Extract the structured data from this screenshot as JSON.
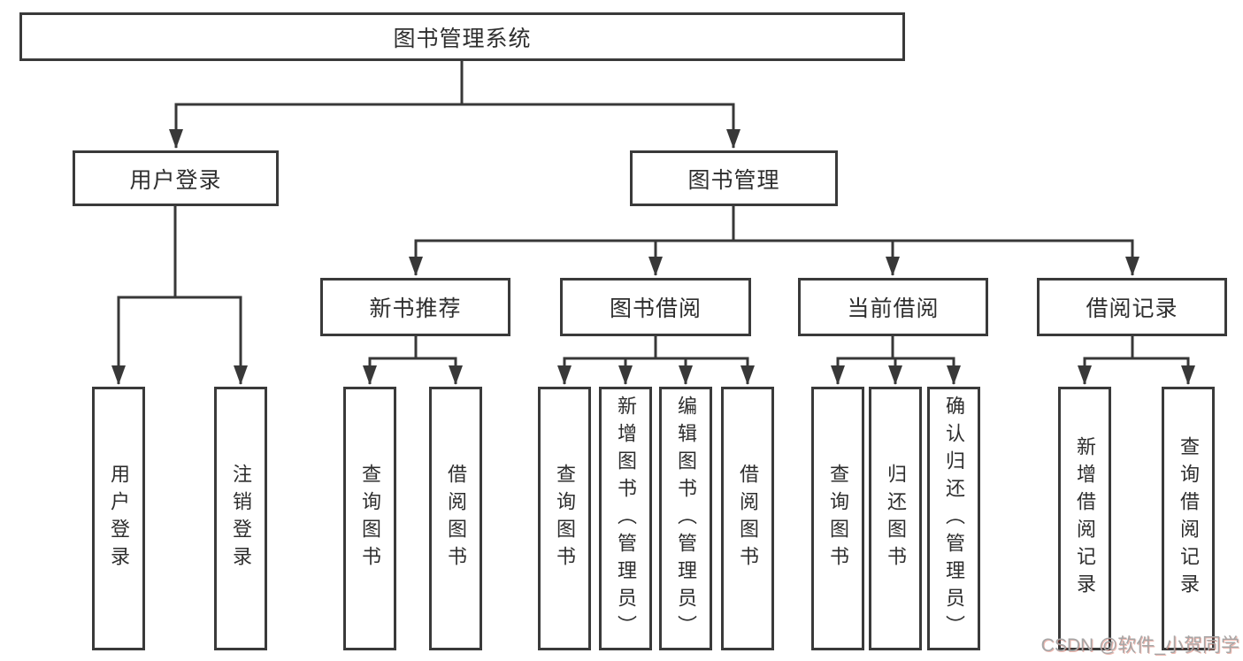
{
  "colors": {
    "line": "#383838",
    "box_border": "#3a3a3a",
    "text": "#2e2e2e",
    "watermark": "#a6a6a6",
    "background": "#ffffff"
  },
  "watermark": "CSDN @软件_小贺同学",
  "tree": {
    "root": "图书管理系统",
    "branches": [
      {
        "label": "用户登录",
        "children": [
          "用户登录",
          "注销登录"
        ]
      },
      {
        "label": "图书管理",
        "groups": [
          {
            "label": "新书推荐",
            "children": [
              "查询图书",
              "借阅图书"
            ]
          },
          {
            "label": "图书借阅",
            "children": [
              "查询图书",
              "新增图书（管理员）",
              "编辑图书（管理员）",
              "借阅图书"
            ]
          },
          {
            "label": "当前借阅",
            "children": [
              "查询图书",
              "归还图书",
              "确认归还（管理员）"
            ]
          },
          {
            "label": "借阅记录",
            "children": [
              "新增借阅记录",
              "查询借阅记录"
            ]
          }
        ]
      }
    ]
  }
}
